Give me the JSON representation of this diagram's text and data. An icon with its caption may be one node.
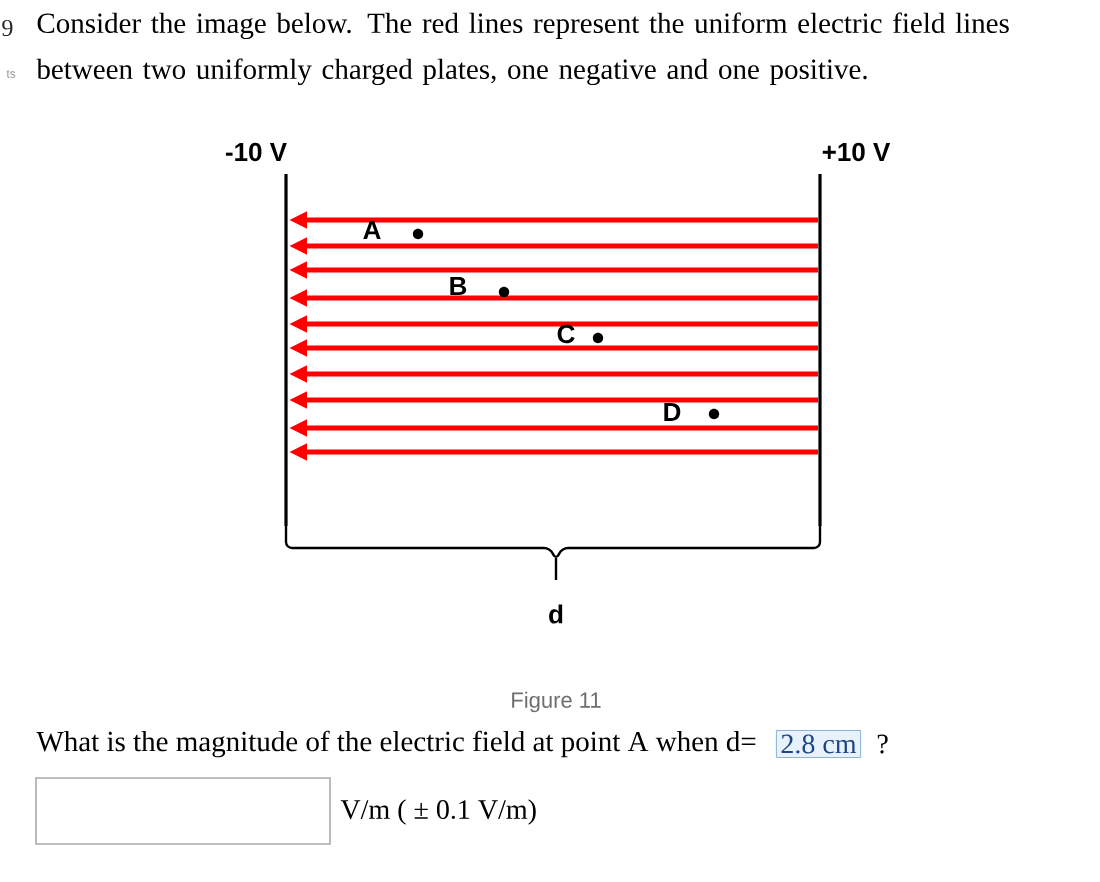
{
  "diagram": {
    "caption": "Figure 11",
    "nodes": [
      {
        "text": [
          "-10 V"
        ]
      },
      {
        "text": [
          "+10 V"
        ]
      }
    ],
    "edges": [
      {
        "from": 1,
        "to": 0,
        "arrow": "to"
      },
      {
        "from": 1,
        "to": 0,
        "arrow": "to"
      },
      {
        "from": 1,
        "to": 0,
        "arrow": "to"
      },
      {
        "from": 1,
        "to": 0,
        "arrow": "to"
      },
      {
        "from": 1,
        "to": 0,
        "arrow": "to"
      },
      {
        "from": 1,
        "to": 0,
        "arrow": "to"
      },
      {
        "from": 1,
        "to": 0,
        "arrow": "to"
      },
      {
        "from": 1,
        "to": 0,
        "arrow": "to"
      },
      {
        "from": 1,
        "to": 0,
        "arrow": "to"
      },
      {
        "from": 1,
        "to": 0,
        "arrow": "to"
      }
    ],
    "labels": [
      "9",
      "Consider the image below. The red lines represent the uniform electric field lines between two uniformly charged plates, one negative and one positive.",
      "ts",
      "A",
      "B",
      "C",
      "D",
      "d",
      "What is the magnitude of the electric field at point A when d=",
      "2.8 cm",
      "?",
      "V/m ( ± 0.1 V/m)"
    ]
  }
}
